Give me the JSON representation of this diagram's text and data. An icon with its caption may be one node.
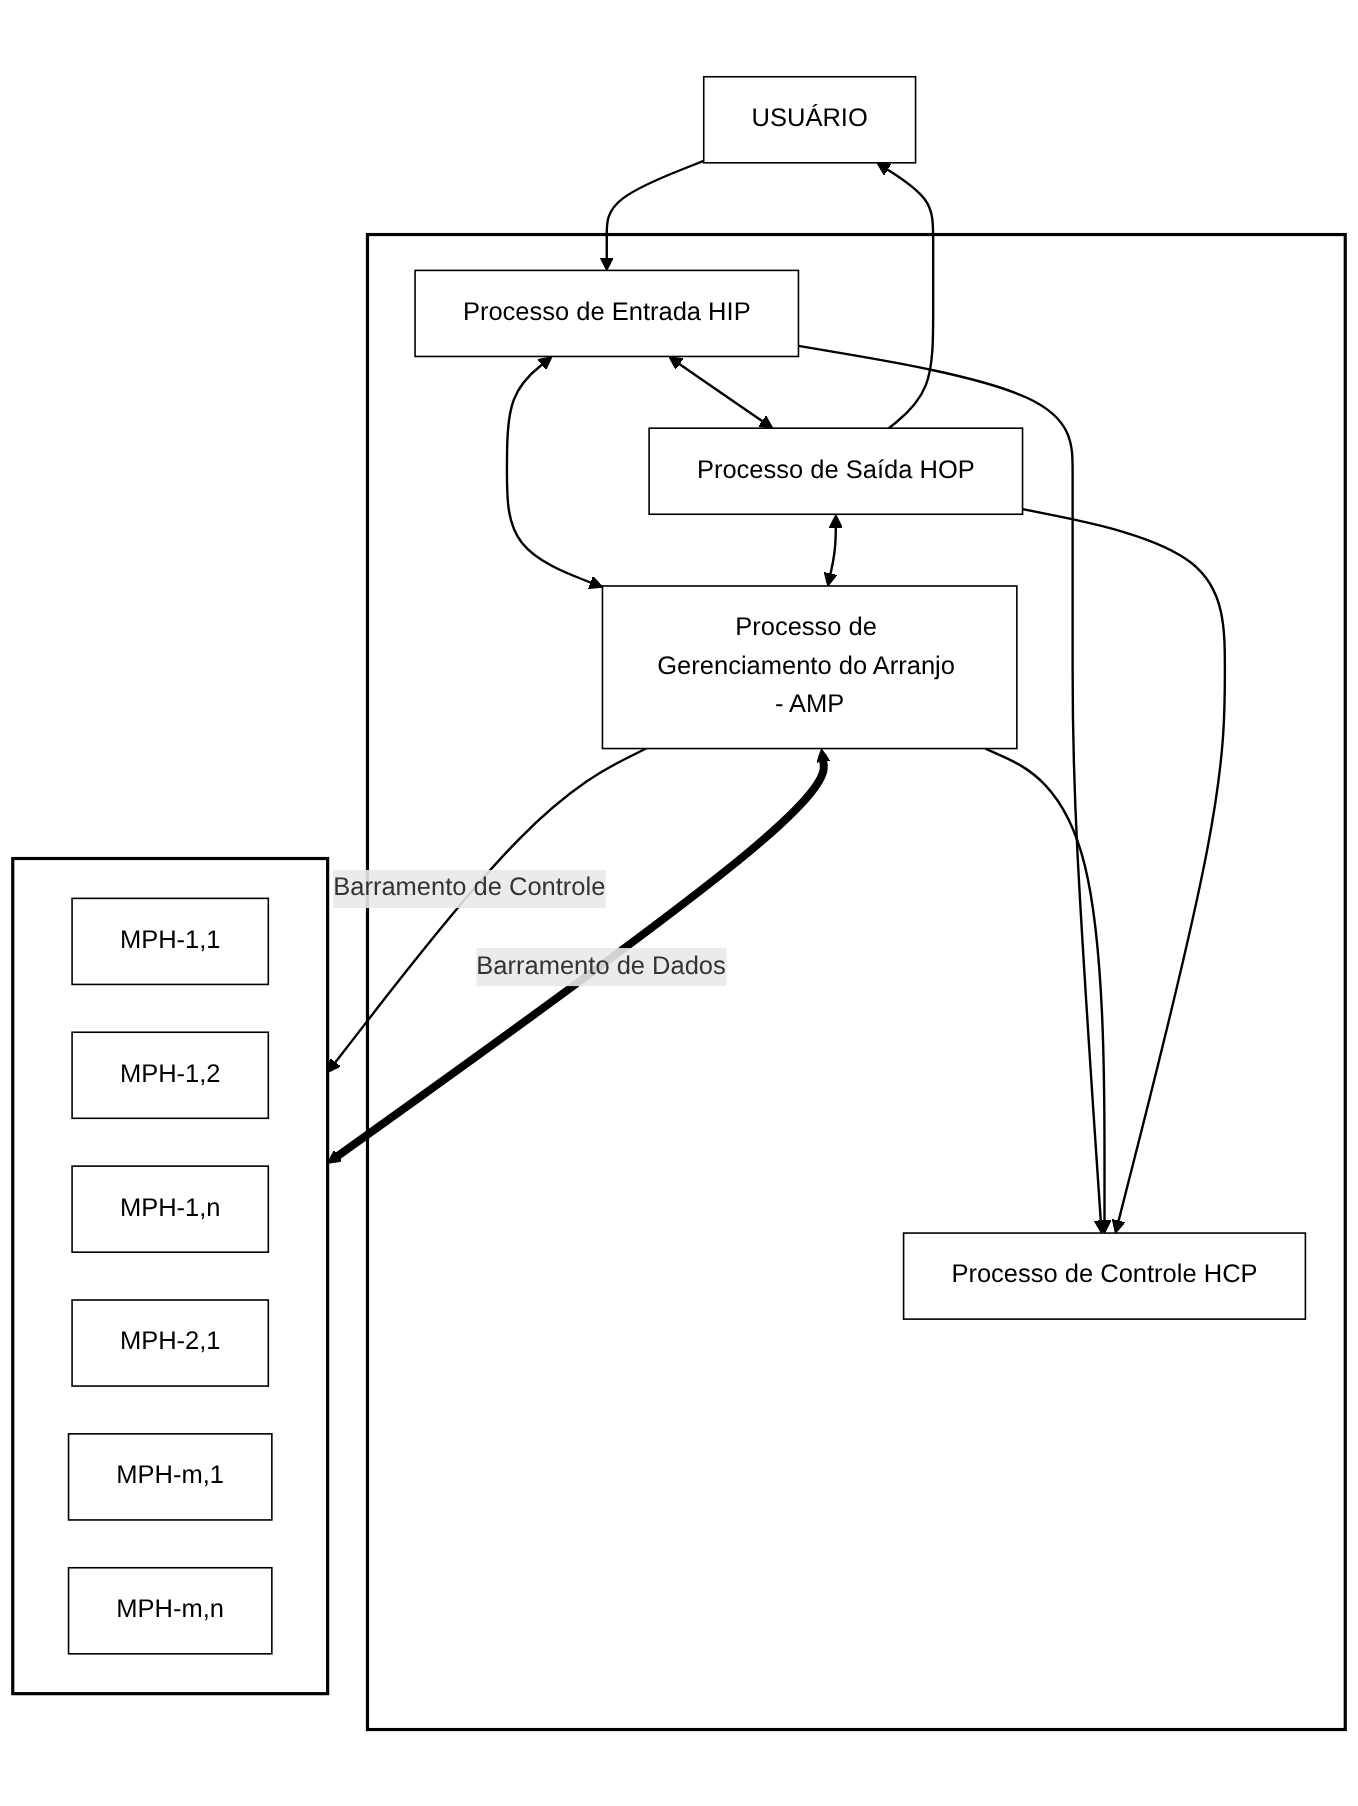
{
  "diagram": {
    "nodes": [
      {
        "text": [
          "USUÁRIO"
        ]
      },
      {
        "text": [],
        "shape": "box"
      },
      {
        "text": [
          "Processo de Entrada HIP"
        ],
        "in": 1
      },
      {
        "text": [
          "Processo de Saída HOP"
        ],
        "in": 1
      },
      {
        "text": [
          "Processo de Controle HCP"
        ],
        "in": 1
      },
      {
        "text": [
          "Processo de Gerenciamento do Arranjo - AMP"
        ],
        "in": 1
      },
      {
        "text": [],
        "shape": "box"
      },
      {
        "text": [
          "MPH-1,1"
        ],
        "in": 6
      },
      {
        "text": [
          "MPH-1,2"
        ],
        "in": 6
      },
      {
        "text": [
          "MPH-1,n"
        ],
        "in": 6
      },
      {
        "text": [
          "MPH-2,1"
        ],
        "in": 6
      },
      {
        "text": [
          "MPH-m,1"
        ],
        "in": 6
      },
      {
        "text": [
          "MPH-m,n"
        ],
        "in": 6
      }
    ],
    "edges": [
      {
        "from": 0,
        "to": 2,
        "arrow": "to"
      },
      {
        "from": 3,
        "to": 0,
        "arrow": "to"
      },
      {
        "from": 2,
        "to": 3,
        "arrow": "both"
      },
      {
        "from": 2,
        "to": 4,
        "arrow": "to"
      },
      {
        "from": 2,
        "to": 5,
        "arrow": "both"
      },
      {
        "from": 5,
        "to": 4,
        "arrow": "to"
      },
      {
        "from": 3,
        "to": 5,
        "arrow": "both"
      },
      {
        "from": 3,
        "to": 4,
        "arrow": "to"
      },
      {
        "from": 5,
        "to": 6,
        "arrow": "to",
        "label": "Barramento de Controle"
      },
      {
        "from": 5,
        "to": 6,
        "arrow": "both",
        "style": "thick",
        "label": "Barramento de Dados"
      }
    ]
  }
}
